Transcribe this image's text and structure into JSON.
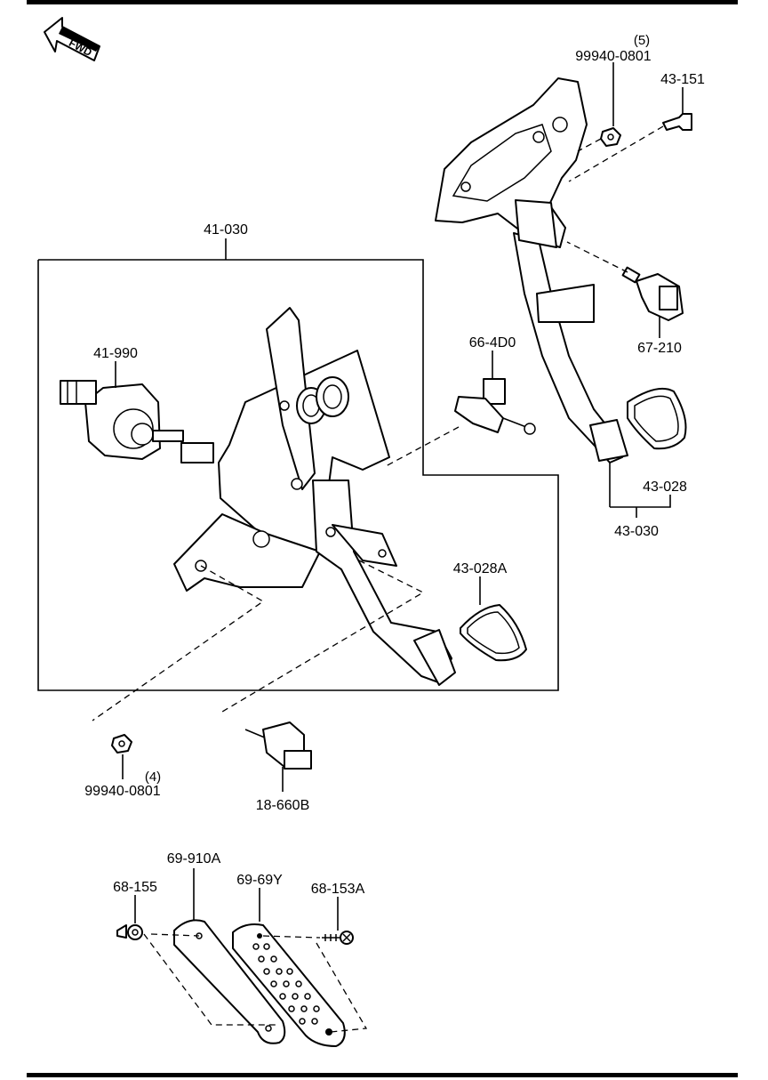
{
  "direction_badge": "FWD",
  "assembly": {
    "ref": "41-030"
  },
  "parts": {
    "nut_top": {
      "ref": "99940-0801",
      "qty": "(5)"
    },
    "bolt_top": {
      "ref": "43-151"
    },
    "switch_right": {
      "ref": "67-210"
    },
    "pad_right": {
      "ref": "43-028"
    },
    "pedal_right": {
      "ref": "43-030"
    },
    "switch_mid": {
      "ref": "66-4D0"
    },
    "master_cyl": {
      "ref": "41-990"
    },
    "pad_mid": {
      "ref": "43-028A"
    },
    "nut_bottom": {
      "ref": "99940-0801",
      "qty": "(4)"
    },
    "switch_bottom": {
      "ref": "18-660B"
    },
    "accel_base": {
      "ref": "69-910A"
    },
    "accel_pad": {
      "ref": "69-69Y"
    },
    "clip": {
      "ref": "68-155"
    },
    "screw": {
      "ref": "68-153A"
    }
  }
}
